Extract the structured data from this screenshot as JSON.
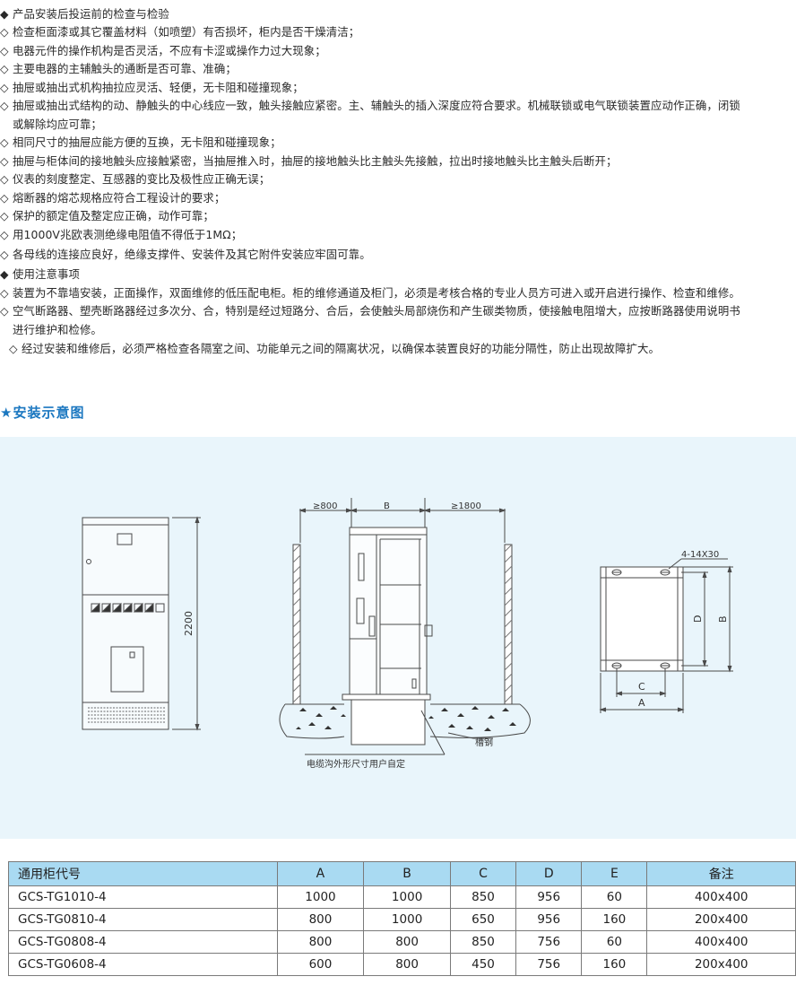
{
  "text_lines": [
    {
      "mark": "◆",
      "text": "产品安装后投运前的检查与检验"
    },
    {
      "mark": "◇",
      "text": "检查柜面漆或其它覆盖材料（如喷塑）有否损坏，柜内是否干燥清洁；"
    },
    {
      "mark": "◇",
      "text": "电器元件的操作机构是否灵活，不应有卡涩或操作力过大现象；"
    },
    {
      "mark": "◇",
      "text": "主要电器的主辅触头的通断是否可靠、准确；"
    },
    {
      "mark": "◇",
      "text": "抽屉或抽出式机构抽拉应灵活、轻便，无卡阻和碰撞现象；"
    },
    {
      "mark": "◇",
      "text": "抽屉或抽出式结构的动、静触头的中心线应一致，触头接触应紧密。主、辅触头的插入深度应符合要求。机械联锁或电气联锁装置应动作正确，闭锁"
    },
    {
      "mark": "",
      "text": "或解除均应可靠；"
    },
    {
      "mark": "◇",
      "text": "相同尺寸的抽屉应能方便的互换，无卡阻和碰撞现象；"
    },
    {
      "mark": "◇",
      "text": "抽屉与柜体间的接地触头应接触紧密，当抽屉推入时，抽屉的接地触头比主触头先接触，拉出时接地触头比主触头后断开；"
    },
    {
      "mark": "◇",
      "text": "仪表的刻度整定、互感器的变比及极性应正确无误；"
    },
    {
      "mark": "◇",
      "text": "熔断器的熔芯规格应符合工程设计的要求；"
    },
    {
      "mark": "◇",
      "text": "保护的额定值及整定应正确，动作可靠；"
    },
    {
      "mark": "◇",
      "text": "用1000V兆欧表测绝缘电阻值不得低于1MΩ；"
    },
    {
      "mark": "◇",
      "text": "各母线的连接应良好，绝缘支撑件、安装件及其它附件安装应牢固可靠。"
    },
    {
      "mark": "◆",
      "text": "使用注意事项"
    },
    {
      "mark": "◇",
      "text": "装置为不靠墙安装，正面操作，双面维修的低压配电柜。柜的维修通道及柜门，必须是考核合格的专业人员方可进入或开启进行操作、检查和维修。"
    },
    {
      "mark": "◇",
      "text": "空气断路器、塑壳断路器经过多次分、合，特别是经过短路分、合后，会使触头局部烧伤和产生碳类物质，使接触电阻增大，应按断路器使用说明书"
    },
    {
      "mark": "",
      "text": "进行维护和检修。"
    },
    {
      "mark": "◇",
      "text": "经过安装和维修后，必须严格检查各隔室之间、功能单元之间的隔离状况，以确保本装置良好的功能分隔性，防止出现故障扩大。"
    }
  ],
  "section": {
    "title": "★安装示意图"
  },
  "diagram": {
    "front_height_label": "2200",
    "left_clearance": "≥800",
    "depth_label": "B",
    "right_clearance": "≥1800",
    "trench_note": "电缆沟外形尺寸用户自定",
    "channel_steel": "槽钢",
    "bolt_label": "4-14X30",
    "dim_D": "D",
    "dim_B": "B",
    "dim_C": "C",
    "dim_A": "A"
  },
  "table": {
    "headers": [
      "通用柜代号",
      "A",
      "B",
      "C",
      "D",
      "E",
      "备注"
    ],
    "rows": [
      [
        "GCS-TG1010-4",
        "1000",
        "1000",
        "850",
        "956",
        "60",
        "400x400"
      ],
      [
        "GCS-TG0810-4",
        "800",
        "1000",
        "650",
        "956",
        "160",
        "200x400"
      ],
      [
        "GCS-TG0808-4",
        "800",
        "800",
        "850",
        "756",
        "60",
        "400x400"
      ],
      [
        "GCS-TG0608-4",
        "600",
        "800",
        "450",
        "756",
        "160",
        "200x400"
      ]
    ]
  },
  "colors": {
    "accent": "#1b77c0",
    "panel_bg": "#e9f5fb",
    "header_bg": "#a9daf2"
  }
}
